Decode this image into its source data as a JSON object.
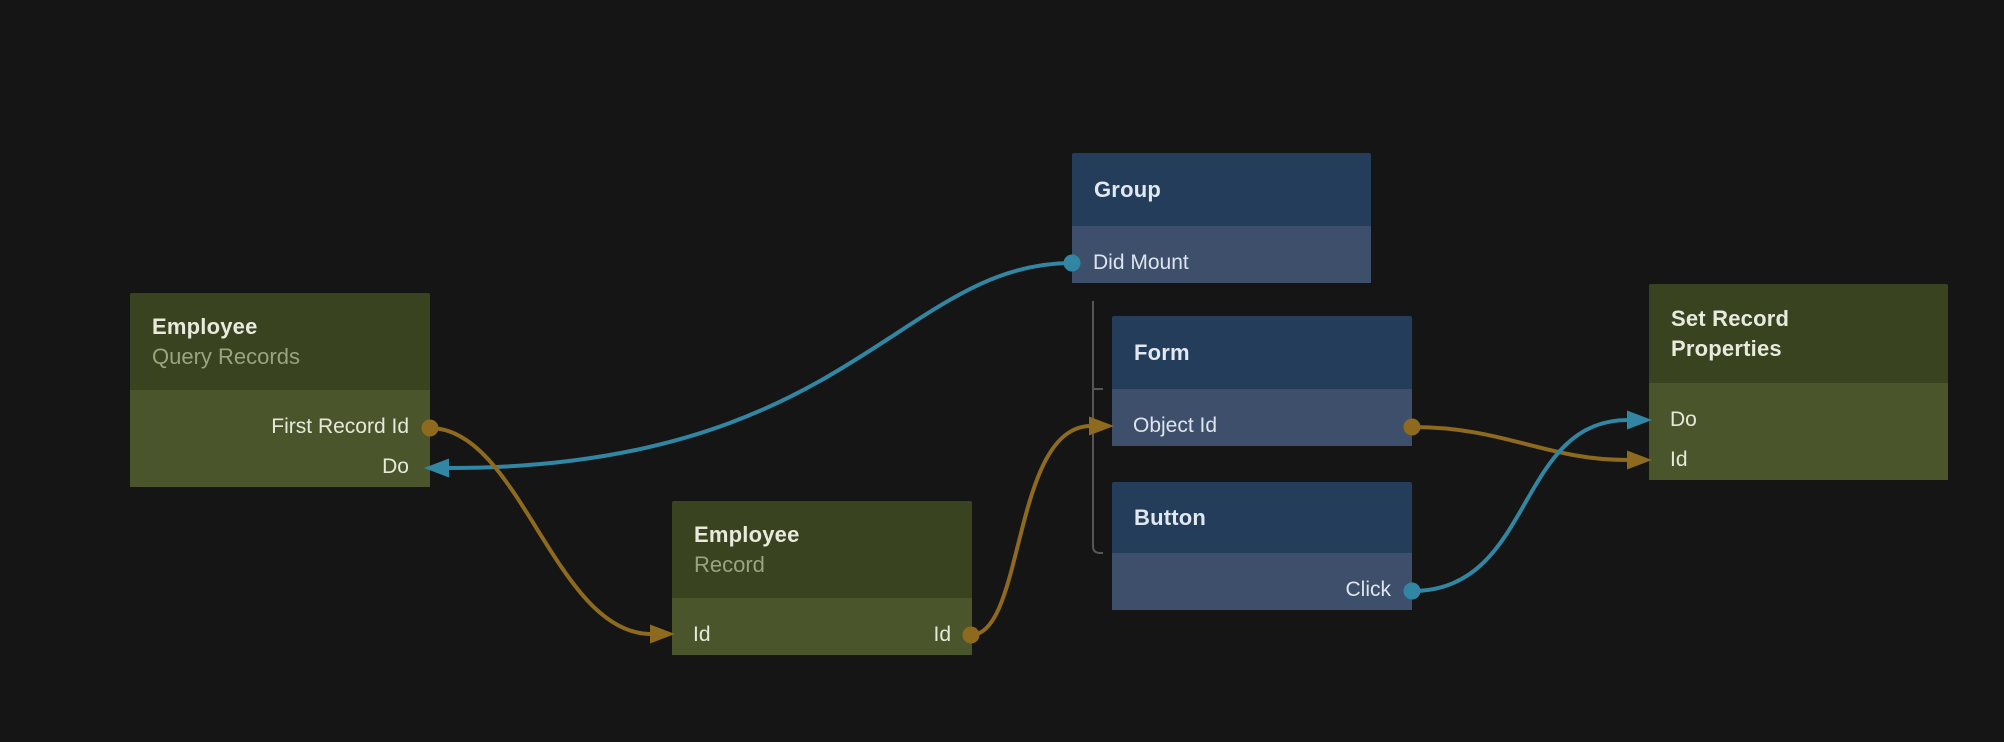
{
  "colors": {
    "background": "#151515",
    "data_wire": "#8d6a1e",
    "signal_wire": "#3187a3",
    "tree_line": "#565656",
    "data_node_header": "#39431f",
    "data_node_body": "#4b552c",
    "ui_node_header": "#233d5a",
    "ui_node_body": "#3e4f6b"
  },
  "nodes": [
    {
      "title": "Employee",
      "subtitle": "Query Records",
      "kind": "data",
      "ports": [
        {
          "label": "First Record Id",
          "connector": "output-dot",
          "wire": "data"
        },
        {
          "label": "Do",
          "connector": "input-arrow",
          "wire": "signal"
        }
      ]
    },
    {
      "title": "Group",
      "kind": "ui",
      "ports": [
        {
          "label": "Did Mount",
          "connector": "output-dot",
          "wire": "signal"
        }
      ]
    },
    {
      "title": "Form",
      "kind": "ui",
      "ports": [
        {
          "label": "Object Id",
          "connector": "input-arrow-and-output-dot",
          "wire": "data"
        }
      ]
    },
    {
      "title": "Button",
      "kind": "ui",
      "ports": [
        {
          "label": "Click",
          "connector": "output-dot",
          "wire": "signal"
        }
      ]
    },
    {
      "title": "Employee",
      "subtitle": "Record",
      "kind": "data",
      "ports": [
        {
          "label": "Id",
          "connector": "input-arrow",
          "wire": "data"
        },
        {
          "label": "Id",
          "connector": "output-dot",
          "wire": "data"
        }
      ]
    },
    {
      "title": "Set Record Properties",
      "kind": "data",
      "ports": [
        {
          "label": "Do",
          "connector": "input-arrow",
          "wire": "signal"
        },
        {
          "label": "Id",
          "connector": "input-arrow",
          "wire": "data"
        }
      ]
    }
  ],
  "edges": [
    {
      "from": "Group / Did Mount",
      "to": "Employee Query Records / Do",
      "type": "signal"
    },
    {
      "from": "Employee Query Records / First Record Id",
      "to": "Employee Record / Id",
      "type": "data"
    },
    {
      "from": "Employee Record / Id",
      "to": "Form / Object Id",
      "type": "data"
    },
    {
      "from": "Form / Object Id",
      "to": "Set Record Properties / Id",
      "type": "data"
    },
    {
      "from": "Button / Click",
      "to": "Set Record Properties / Do",
      "type": "signal"
    }
  ],
  "hierarchy": {
    "parent": "Group",
    "children": [
      "Form",
      "Button"
    ]
  }
}
